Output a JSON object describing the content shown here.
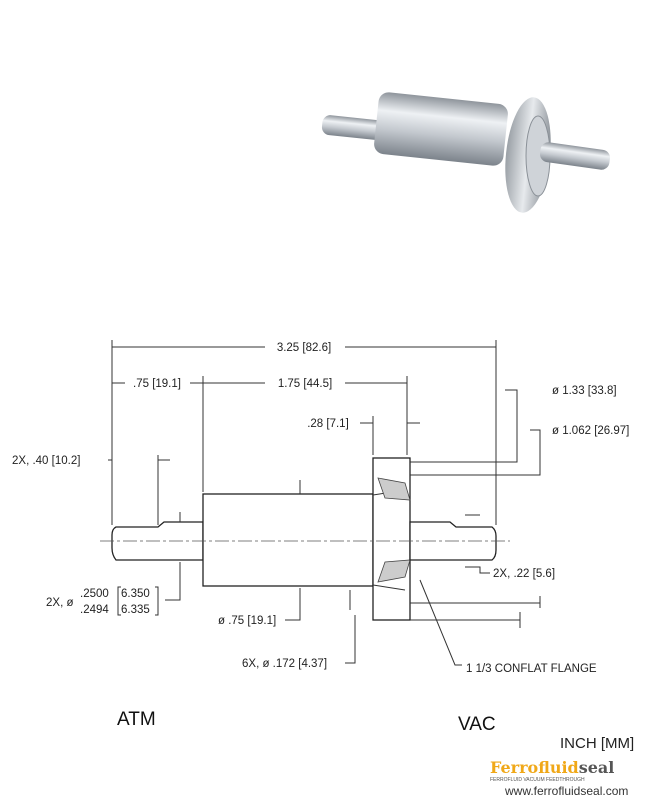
{
  "dimensions": {
    "overall": "3.25 [82.6]",
    "left_shaft": ".75 [19.1]",
    "body": "1.75 [44.5]",
    "flange_thickness": ".28 [7.1]",
    "flange_od": "ø 1.33 [33.8]",
    "bolt_circle": "ø 1.062 [26.97]",
    "flat_length": "2X, .40 [10.2]",
    "shaft_dia_prefix": "2X, ø",
    "shaft_dia_in_max": ".2500",
    "shaft_dia_in_min": ".2494",
    "shaft_dia_mm_max": "6.350",
    "shaft_dia_mm_min": "6.335",
    "body_dia": "ø .75 [19.1]",
    "flat_depth": "2X, .22 [5.6]",
    "holes": "6X, ø .172 [4.37]"
  },
  "callouts": {
    "flange": "1 1/3 CONFLAT FLANGE"
  },
  "labels": {
    "atm": "ATM",
    "vac": "VAC",
    "units": "INCH [MM]"
  },
  "logo": {
    "brand_a": "Ferrofluid",
    "brand_b": "seal",
    "tagline": "FERROFLUID VACUUM FEEDTHROUGH",
    "url": "www.ferrofluidseal.com"
  },
  "colors": {
    "brand_orange": "#f0a818",
    "brand_gray": "#555555"
  }
}
